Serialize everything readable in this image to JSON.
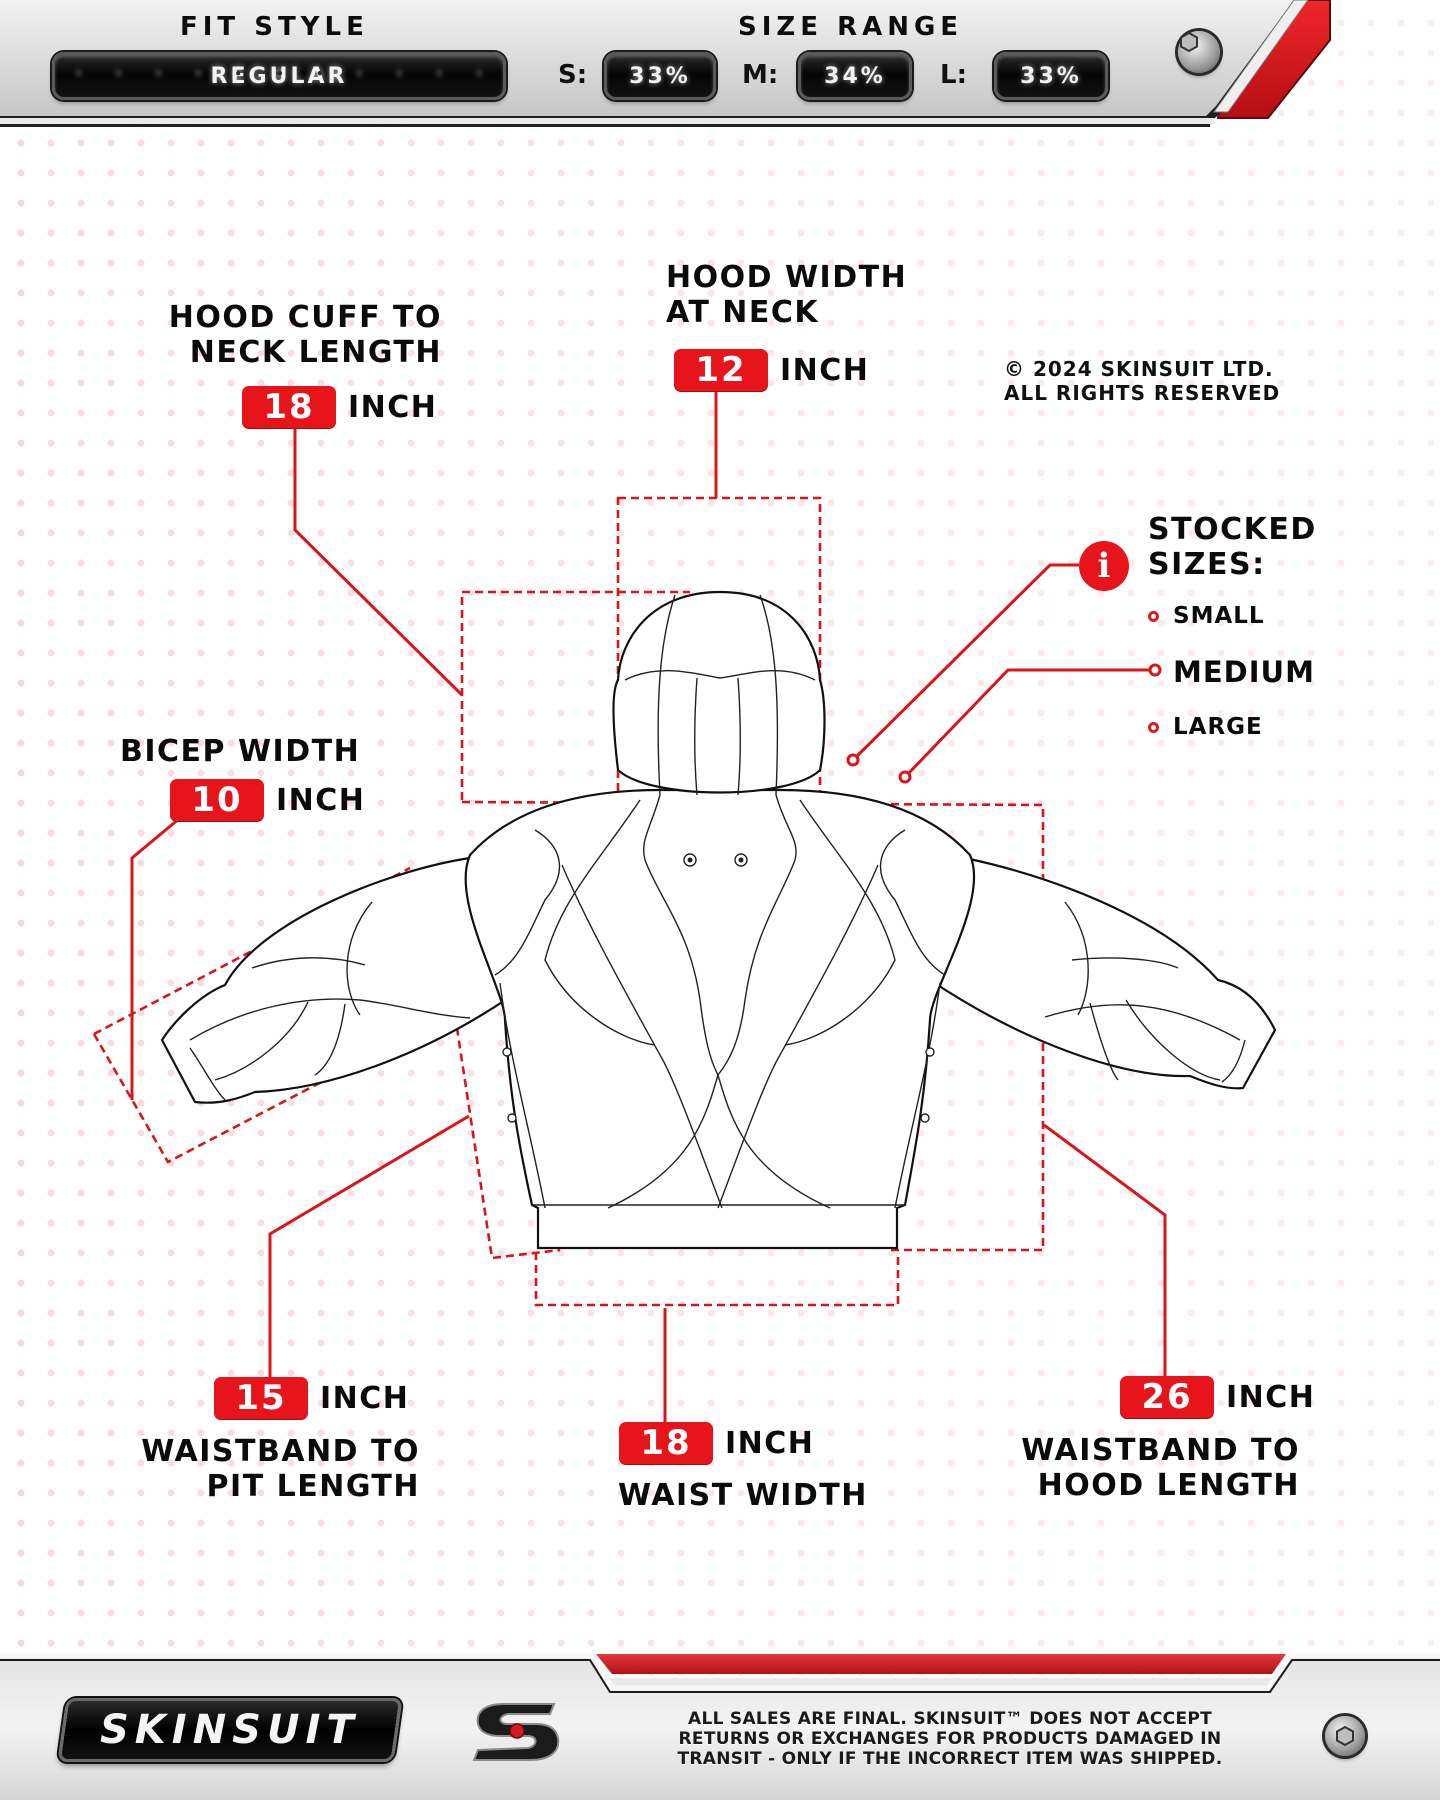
{
  "header": {
    "fit_style": {
      "label": "FIT STYLE",
      "value": "REGULAR"
    },
    "size_range": {
      "label": "SIZE RANGE",
      "sizes": [
        {
          "key": "S:",
          "value": "33%"
        },
        {
          "key": "M:",
          "value": "34%"
        },
        {
          "key": "L:",
          "value": "33%"
        }
      ]
    },
    "screw_icon": "hex-screw-icon"
  },
  "measurements": {
    "hood_cuff_to_neck": {
      "title_line1": "HOOD CUFF TO",
      "title_line2": "NECK LENGTH",
      "value": "18",
      "unit": "INCH"
    },
    "hood_width_at_neck": {
      "title_line1": "HOOD WIDTH",
      "title_line2": "AT NECK",
      "value": "12",
      "unit": "INCH"
    },
    "bicep_width": {
      "title_line1": "BICEP WIDTH",
      "value": "10",
      "unit": "INCH"
    },
    "waistband_to_pit": {
      "title_line1": "WAISTBAND TO",
      "title_line2": "PIT LENGTH",
      "value": "15",
      "unit": "INCH"
    },
    "waist_width": {
      "title_line1": "WAIST WIDTH",
      "value": "18",
      "unit": "INCH"
    },
    "waistband_to_hood": {
      "title_line1": "WAISTBAND TO",
      "title_line2": "HOOD LENGTH",
      "value": "26",
      "unit": "INCH"
    }
  },
  "copyright": {
    "line1": "© 2024 SKINSUIT LTD.",
    "line2": "ALL RIGHTS RESERVED"
  },
  "stocked_sizes": {
    "info_icon": "i",
    "title_line1": "STOCKED",
    "title_line2": "SIZES:",
    "items": [
      "SMALL",
      "MEDIUM",
      "LARGE"
    ]
  },
  "footer": {
    "brand": "SKINSUIT",
    "disclaimer_line1": "ALL SALES ARE FINAL. SKINSUIT™ DOES NOT ACCEPT",
    "disclaimer_line2": "RETURNS OR EXCHANGES FOR PRODUCTS DAMAGED IN",
    "disclaimer_line3": "TRANSIT - ONLY IF THE INCORRECT ITEM WAS SHIPPED."
  },
  "colors": {
    "accent_red": "#e8141b",
    "line_red": "#d9141a",
    "ink": "#0b0b0b",
    "metal": "#d8d8d8"
  }
}
